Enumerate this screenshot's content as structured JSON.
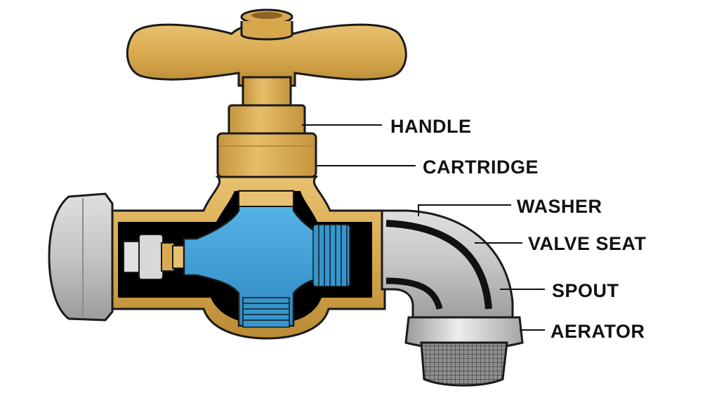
{
  "diagram": {
    "callouts": [
      {
        "id": "handle",
        "label": "HANDLE"
      },
      {
        "id": "cartridge",
        "label": "CARTRIDGE"
      },
      {
        "id": "washer",
        "label": "WASHER"
      },
      {
        "id": "valve-seat",
        "label": "VALVE SEAT"
      },
      {
        "id": "spout",
        "label": "SPOUT"
      },
      {
        "id": "aerator",
        "label": "AERATOR"
      }
    ],
    "colors": {
      "brass": "#D9A94E",
      "brass_dark": "#B88A34",
      "brass_light": "#E8C170",
      "water": "#3FA3DB",
      "water_dark": "#2E7FB5",
      "chrome": "#C8C8C8",
      "chrome_dark": "#9A9A9A",
      "chrome_light": "#EDEDED",
      "outline": "#1A1A1A",
      "cavity": "#000000"
    }
  }
}
